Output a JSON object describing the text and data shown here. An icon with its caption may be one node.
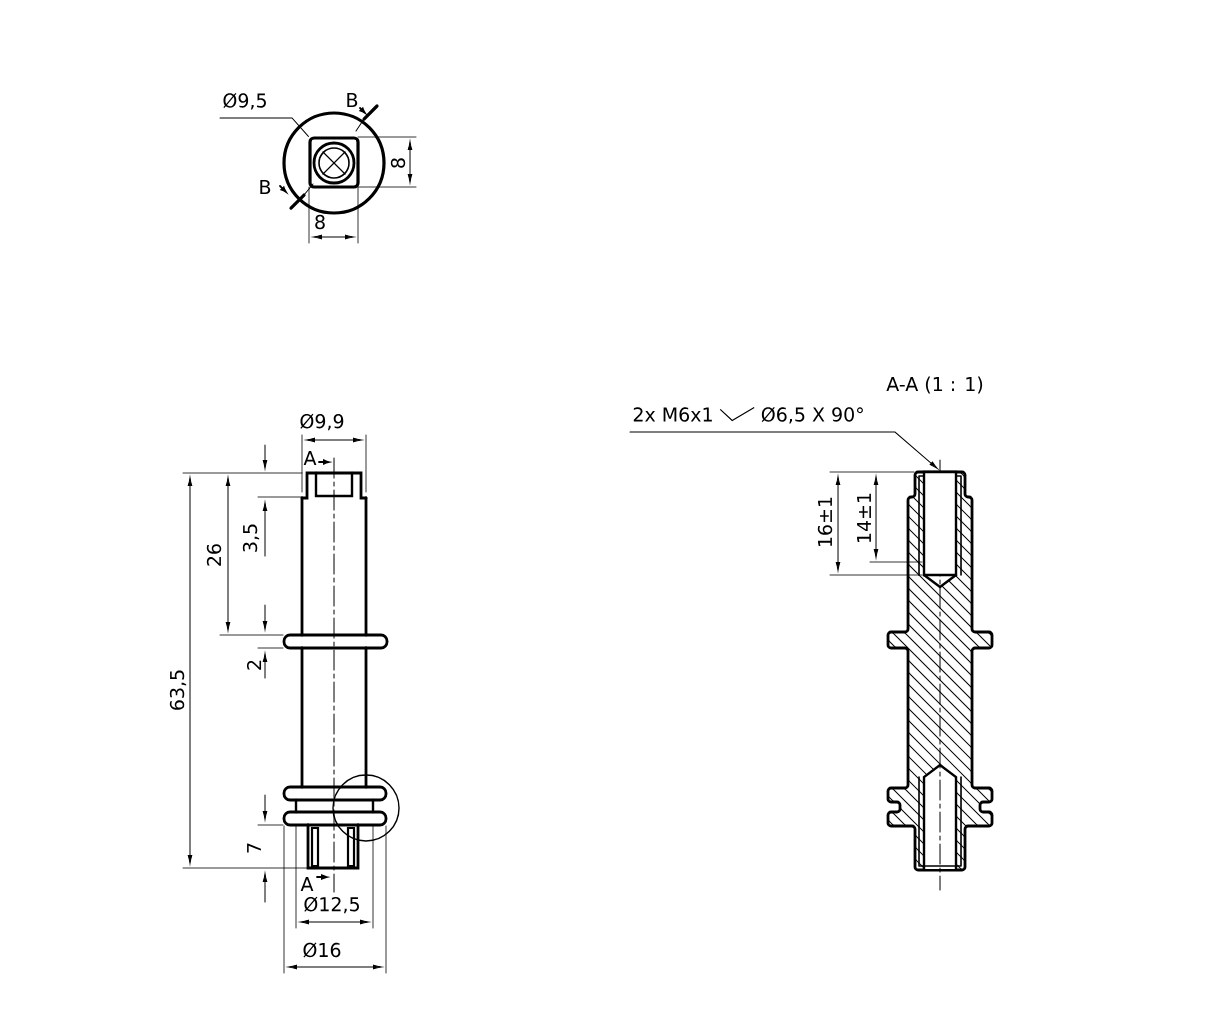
{
  "diagram": {
    "nodes": [
      {
        "text": [
          "Ø9,5"
        ]
      },
      {
        "text": [],
        "shape": "box"
      },
      {
        "text": [
          "2x M6x1",
          "Ø6,5 X 90°"
        ]
      },
      {
        "text": [],
        "shape": "box"
      }
    ],
    "edges": [
      {
        "from": 0,
        "to": 1,
        "arrow": "none"
      },
      {
        "from": 2,
        "to": 3,
        "arrow": "to"
      }
    ],
    "labels": [
      "B",
      "B",
      "8",
      "8",
      "Ø9,9",
      "A",
      "26",
      "3,5",
      "63,5",
      "2",
      "7",
      "A",
      "Ø12,5",
      "Ø16",
      "A-A (1 : 1)",
      "16±1",
      "14±1"
    ]
  }
}
